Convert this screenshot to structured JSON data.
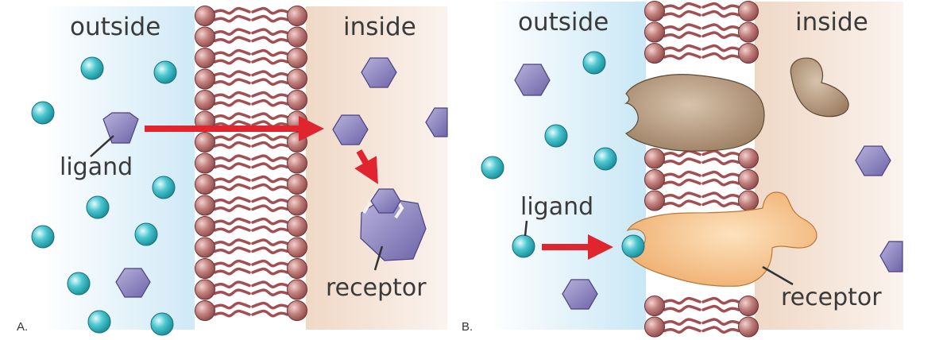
{
  "panels": [
    {
      "letter": "A.",
      "outside_label": "outside",
      "inside_label": "inside",
      "ligand_label": "ligand",
      "receptor_label": "receptor",
      "ligand_shape": "hexagon",
      "receptor_location": "inside"
    },
    {
      "letter": "B.",
      "outside_label": "outside",
      "inside_label": "inside",
      "ligand_label": "ligand",
      "receptor_label": "receptor",
      "ligand_shape": "sphere",
      "receptor_location": "membrane"
    }
  ],
  "colors": {
    "outside_fill": "#d9eef8",
    "inside_fill": "#f2e0d2",
    "lipid_head": "#b36d6d",
    "lipid_tail": "#a34f52",
    "arrow": "#e0252f",
    "sphere": "#2fb3bf",
    "hexagon": "#8e86c2",
    "brown_protein": "#a98d70",
    "orange_receptor": "#f3b877"
  }
}
